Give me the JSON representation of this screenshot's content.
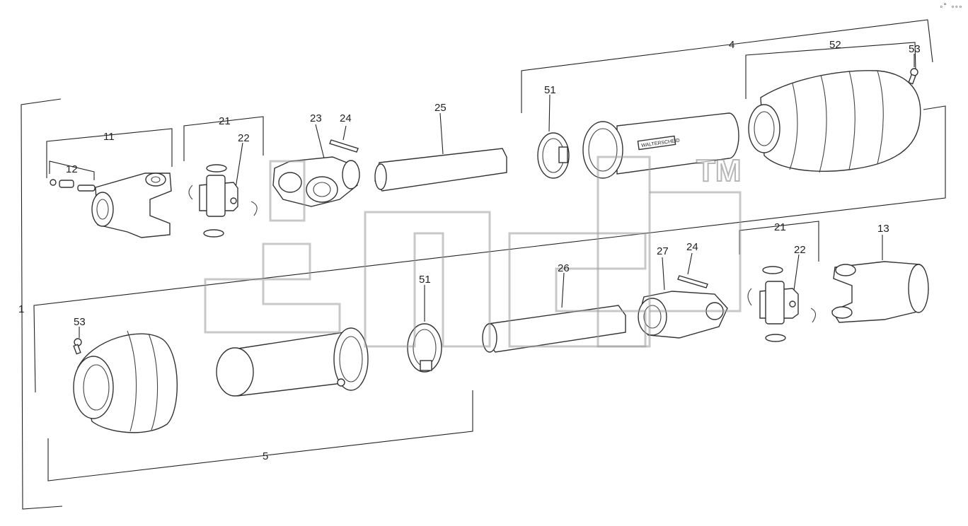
{
  "labels": {
    "l1": "1",
    "l4": "4",
    "l5": "5",
    "l11": "11",
    "l12": "12",
    "l13": "13",
    "l21a": "21",
    "l21b": "21",
    "l22a": "22",
    "l22b": "22",
    "l23": "23",
    "l24a": "24",
    "l24b": "24",
    "l25": "25",
    "l26": "26",
    "l27": "27",
    "l51a": "51",
    "l51b": "51",
    "l52": "52",
    "l53a": "53",
    "l53b": "53"
  },
  "tube_text": "WALTERSCHEID",
  "watermark": {
    "trademark": "TM"
  },
  "corner_text": "ₒ° ₒₒₒ"
}
